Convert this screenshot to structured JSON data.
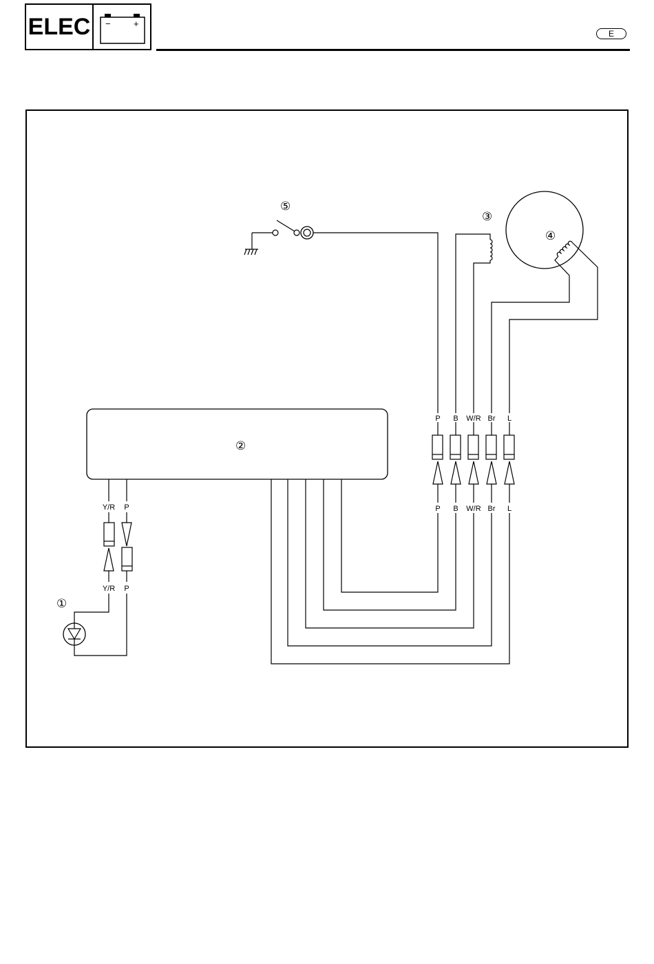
{
  "header": {
    "section_label": "ELEC",
    "icon": "battery-icon",
    "battery_minus": "−",
    "battery_plus": "+",
    "language_badge": "E"
  },
  "diagram": {
    "callouts": {
      "indicator_light": "①",
      "control_unit": "②",
      "coil_3": "③",
      "coil_4": "④",
      "switch": "⑤"
    },
    "upper_connector_labels": [
      "P",
      "B",
      "W/R",
      "Br",
      "L"
    ],
    "lower_connector_labels": [
      "P",
      "B",
      "W/R",
      "Br",
      "L"
    ],
    "left_connector_top_labels": [
      "Y/R",
      "P"
    ],
    "left_connector_bottom_labels": [
      "Y/R",
      "P"
    ]
  }
}
